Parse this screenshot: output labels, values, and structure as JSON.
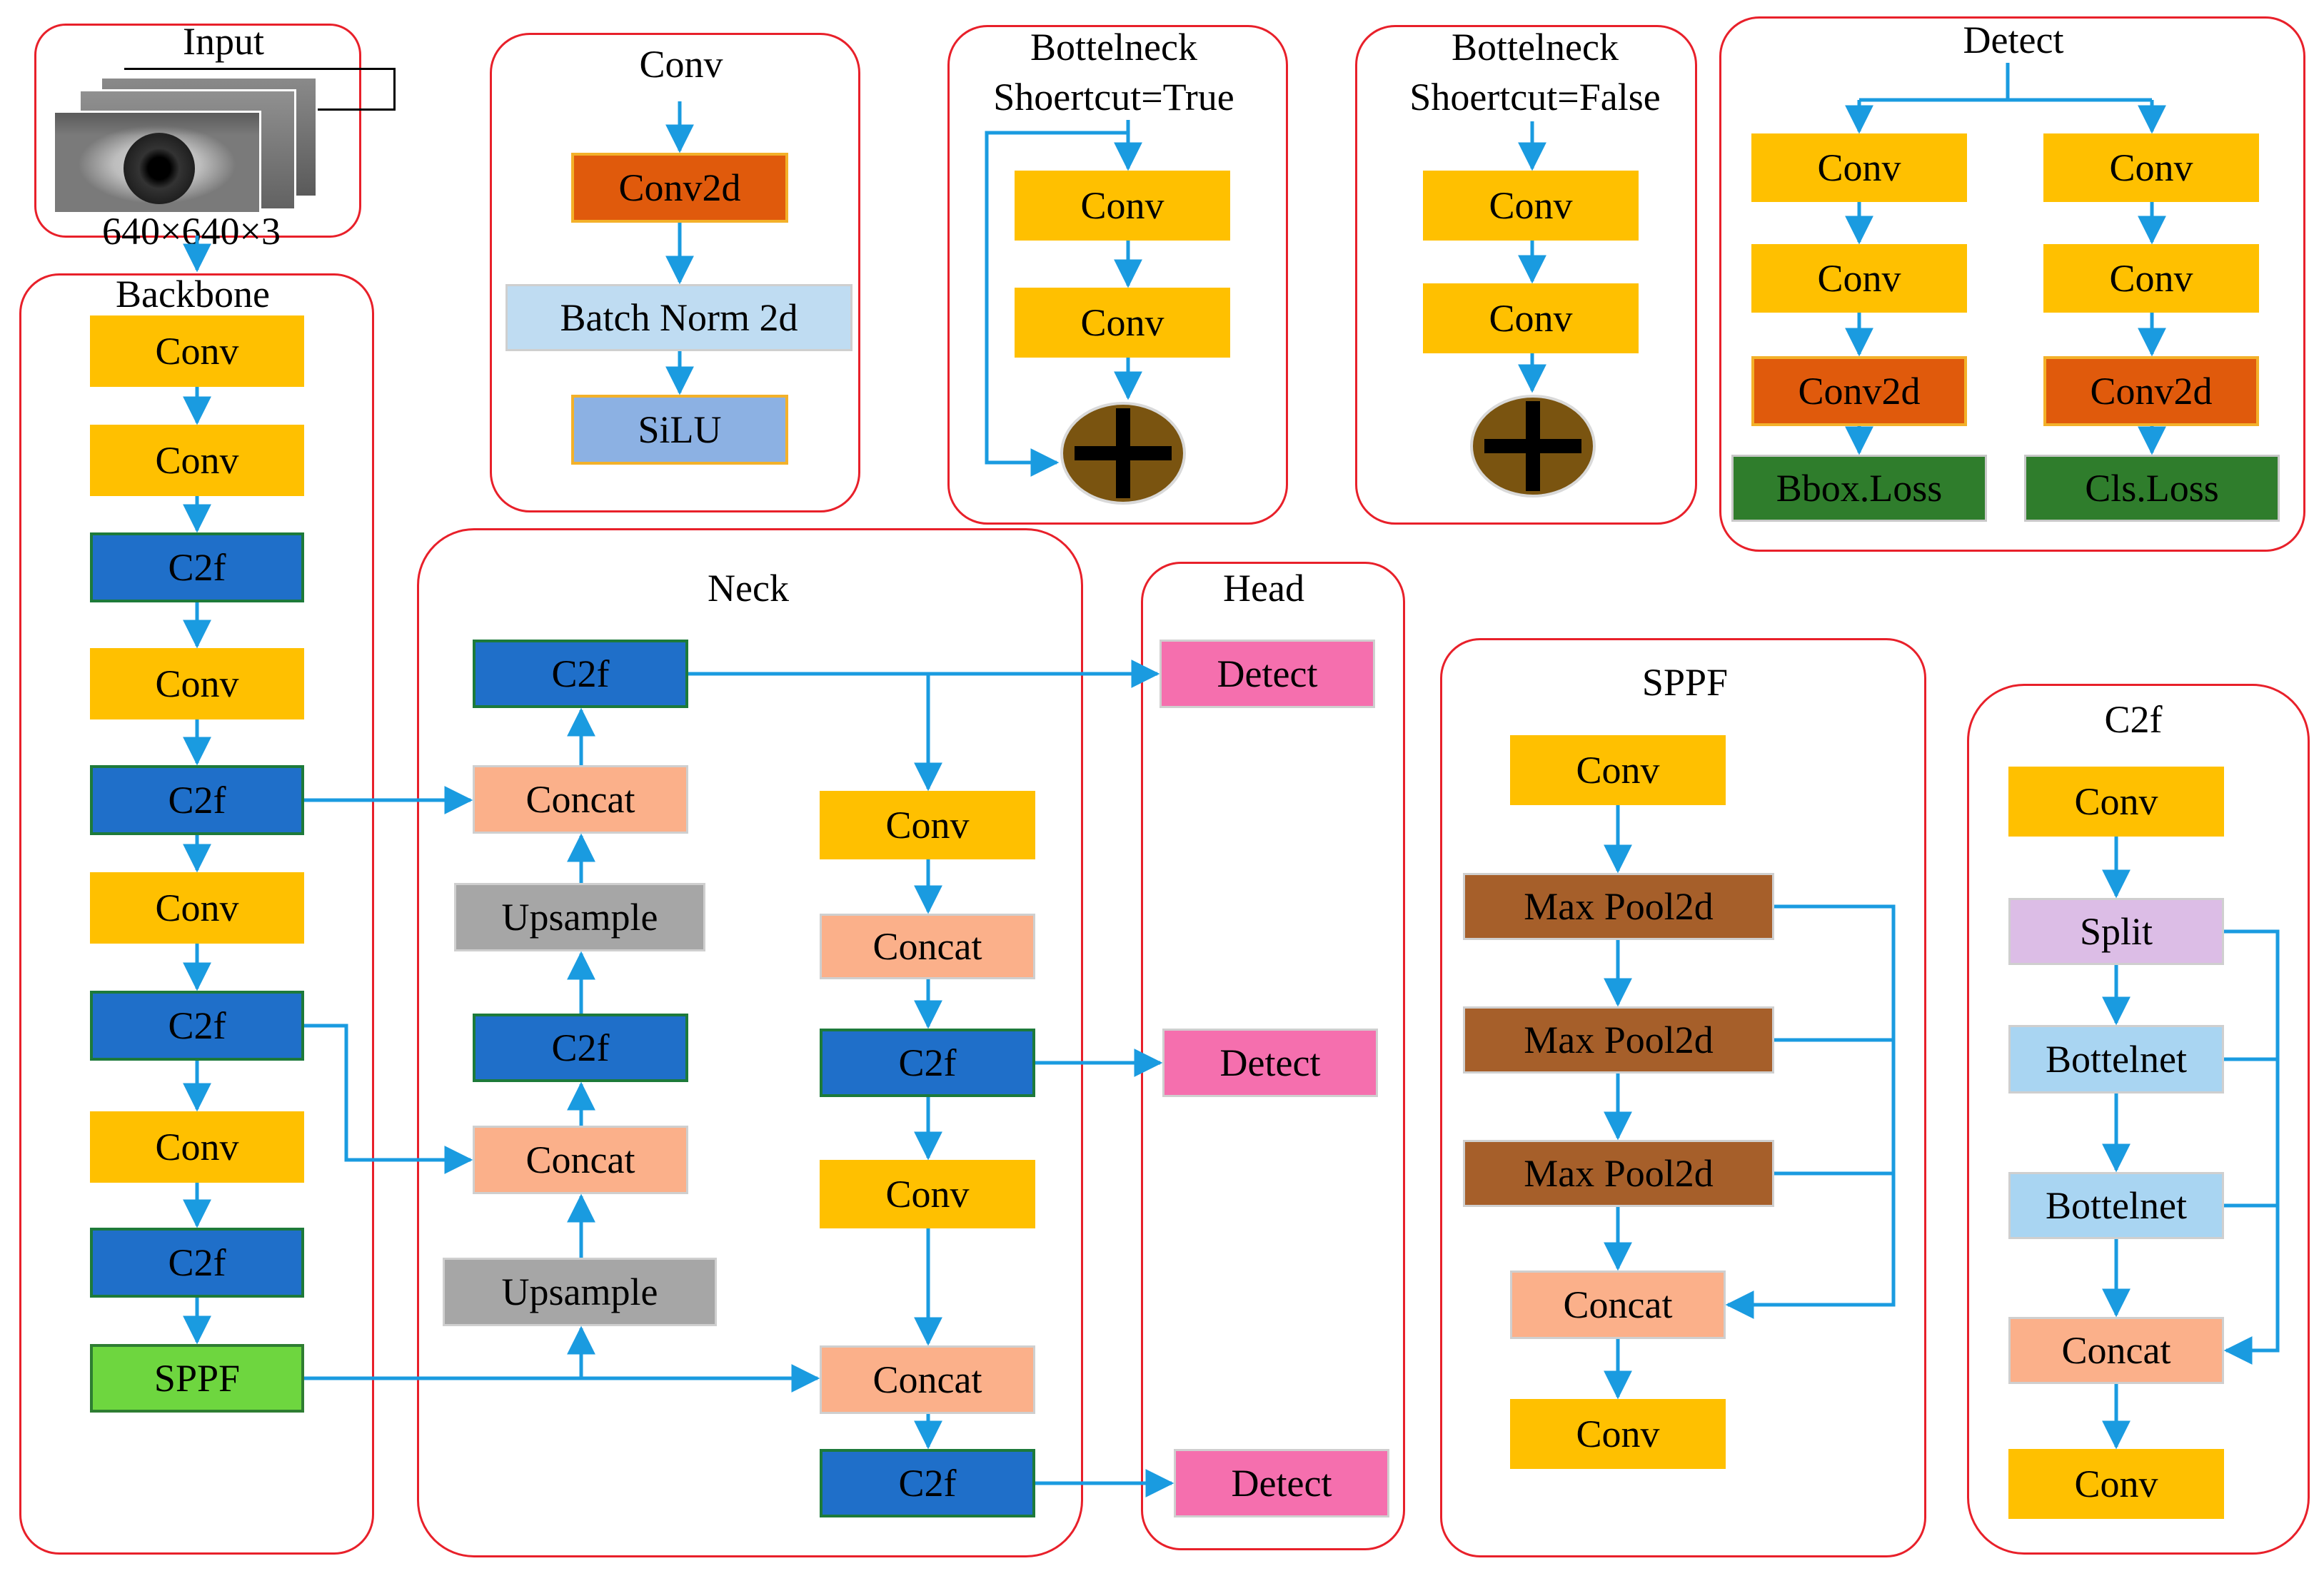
{
  "colors": {
    "panel_border": "#e8202a",
    "arrow": "#1a9be0",
    "conv": "#ffc000",
    "c2f": "#1f6fc9",
    "sppf": "#6ed63f",
    "concat": "#fbb08a",
    "upsample": "#a6a6a6",
    "conv2d": "#e05a0c",
    "batchnorm": "#bfdcf2",
    "silu": "#8cb1e3",
    "loss": "#2f7d2c",
    "detect": "#f56fae",
    "maxpool": "#a65f2a",
    "split": "#dcbde6",
    "bottelnet": "#a9d5f2"
  },
  "input": {
    "title": "Input",
    "dims": "640×640×3",
    "image_icon": "eye-photo-stack-icon"
  },
  "backbone": {
    "title": "Backbone",
    "blocks": [
      "Conv",
      "Conv",
      "C2f",
      "Conv",
      "C2f",
      "Conv",
      "C2f",
      "Conv",
      "C2f",
      "SPPF"
    ]
  },
  "conv_module": {
    "title": "Conv",
    "blocks": [
      "Conv2d",
      "Batch Norm 2d",
      "SiLU"
    ]
  },
  "bottleneck_true": {
    "title": "Bottelneck",
    "subtitle": "Shoertcut=True",
    "blocks": [
      "Conv",
      "Conv"
    ],
    "add_icon": "plus-add-icon"
  },
  "bottleneck_false": {
    "title": "Bottelneck",
    "subtitle": "Shoertcut=False",
    "blocks": [
      "Conv",
      "Conv"
    ],
    "add_icon": "plus-add-icon"
  },
  "detect_module": {
    "title": "Detect",
    "left": [
      "Conv",
      "Conv",
      "Conv2d",
      "Bbox.Loss"
    ],
    "right": [
      "Conv",
      "Conv",
      "Conv2d",
      "Cls.Loss"
    ]
  },
  "neck": {
    "title": "Neck",
    "left": [
      "C2f",
      "Concat",
      "Upsample",
      "C2f",
      "Concat",
      "Upsample"
    ],
    "right": [
      "Conv",
      "Concat",
      "C2f",
      "Conv",
      "Concat",
      "C2f"
    ]
  },
  "head": {
    "title": "Head",
    "blocks": [
      "Detect",
      "Detect",
      "Detect"
    ]
  },
  "sppf_module": {
    "title": "SPPF",
    "blocks": [
      "Conv",
      "Max Pool2d",
      "Max Pool2d",
      "Max Pool2d",
      "Concat",
      "Conv"
    ]
  },
  "c2f_module": {
    "title": "C2f",
    "blocks": [
      "Conv",
      "Split",
      "Bottelnet",
      "Bottelnet",
      "Concat",
      "Conv"
    ]
  }
}
